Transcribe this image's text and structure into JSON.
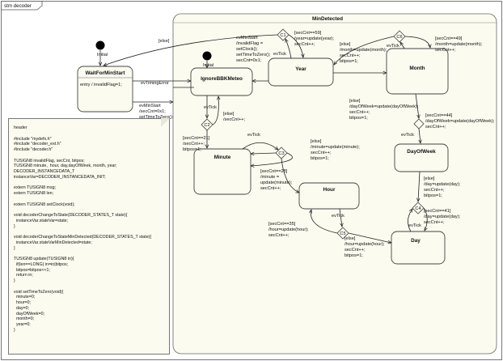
{
  "diagram": {
    "frame_title": "stm decoder",
    "composite_state": "MinDetected",
    "states": {
      "wait": "WaitForMinStart",
      "wait_entry": "entry / invalidFlag=1;",
      "ignore": "IgnoreBBKMeteo",
      "year": "Year",
      "month": "Month",
      "minute": "Minute",
      "hour": "Hour",
      "day_of_week": "DayOfWeek",
      "day": "Day"
    },
    "initial_label": "Initial",
    "choice_labels": {
      "c1": "C1",
      "c2": "C2",
      "c3": "C3",
      "c4": "C4",
      "c5": "C5",
      "c6": "C6"
    },
    "transitions": {
      "else_top": "[else]",
      "ev_tick": "evTick",
      "ev_timing_error": "evTimingError",
      "wait_to_ignore": [
        "evMinStart",
        "/invalidFlag =",
        "setClock();",
        "setTimeToZero();",
        "secCnt=0x1;"
      ],
      "wait_to_min": [
        "evMinStart",
        "/secCnt=0x1;",
        "setTimeToZero();"
      ],
      "ignore_self": [
        "[else]",
        "/secCnt++;"
      ],
      "to_minute": [
        "[secCnt==21]",
        "/secCnt++;",
        "bitpos=1;"
      ],
      "to_year": [
        "[secCnt==59]",
        "/year=update(year);",
        "secCnt++;"
      ],
      "year_to_month": [
        "[else]",
        "/month=update(month);",
        "secCnt++;",
        "bitpos=1;"
      ],
      "month_choice": [
        "[secCnt==49]",
        "/month=update(month);",
        "secCnt++;"
      ],
      "minute_else": [
        "[else]",
        "/minute=update(minute);",
        "secCnt++;",
        "bitpos=1;"
      ],
      "minute_to_hour": [
        "[secCnt==28]",
        "/minute =",
        "update(minute);",
        "secCnt++;"
      ],
      "hour_choice": [
        "[secCnt==35]",
        "/hour=update(hour);",
        "secCnt++;"
      ],
      "hour_else": [
        "[else]",
        "/hour=update(hour);",
        "secCnt++;",
        "bitpos=1;"
      ],
      "month_to_dow": [
        "[else]",
        "/dayOfWeek=update(dayOfWeek);",
        "secCnt++;",
        "bitpos=1;"
      ],
      "dow_choice": [
        "[secCnt==44]",
        "/dayOfWeek=update(dayOfWeek);",
        "secCnt++;"
      ],
      "day_to_dow": [
        "[else]",
        "/day=update(day);",
        "secCnt++;",
        "bitpos=1;"
      ],
      "day_choice": [
        "[secCnt==41]",
        "/day=update(day);",
        "secCnt++;"
      ]
    }
  },
  "code": [
    "header",
    "",
    "#include \"mydefs.h\"",
    "#include \"decoder_ext.h\"",
    "#include \"decoder.h\"",
    "",
    "TUSIGN8 invalidFlag, secCnt, bitpos;",
    "TUSIGN8 minute,  hour, day,dayOfWeek, month, year;",
    "DECODER_INSTANCEDATA_T",
    "instanceVar=DECODER_INSTANCEDATA_INIT;",
    "",
    "extern TUSIGN8 msg;",
    "extern TUSIGN8 len;",
    "",
    "extern TUSIGN8 setClock(void);",
    "",
    "void decoderChangeToState(DECODER_STATES_T state){",
    "  instanceVar.stateVar=state;",
    "}",
    "",
    "void decoderChangeToStateMinDetected(DECODER_STATES_T state){",
    "  instanceVar.stateVarMinDetected=state;",
    "}",
    "",
    "TUSIGN8 update(TUSIGN8 in){",
    "  if(len==LONG) in=in|bitpos;",
    "  bitpos=bitpos<<1;",
    "  return in;",
    "}",
    "",
    "void setTimeToZero(void){",
    "  minute=0;",
    "  hour=0;",
    "  day=0;",
    "  dayOfWeek=0;",
    "  month=0;",
    "  year=0;",
    "}"
  ]
}
